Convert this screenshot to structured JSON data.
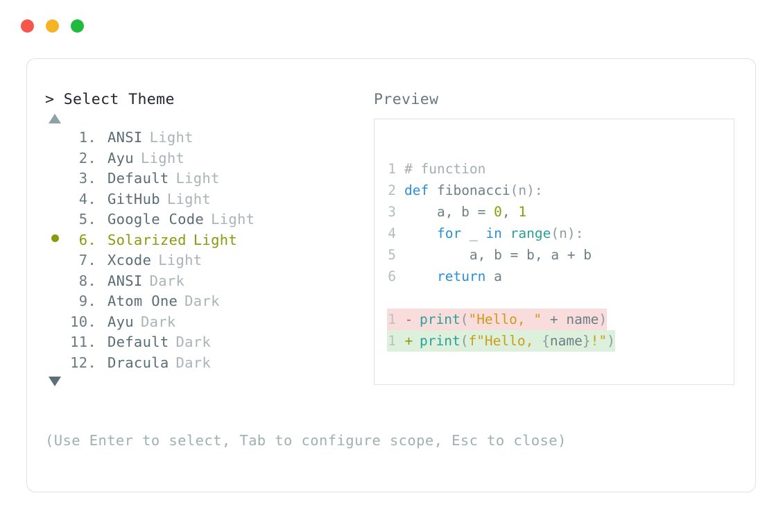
{
  "window": {
    "dots": [
      {
        "name": "close-dot",
        "color": "#f7564c"
      },
      {
        "name": "minimize-dot",
        "color": "#f5b425"
      },
      {
        "name": "maximize-dot",
        "color": "#20bb3c"
      }
    ]
  },
  "picker": {
    "prompt_header": "> Select Theme",
    "scroll_up_icon": "triangle-up",
    "scroll_down_icon": "triangle-down",
    "selected_index": 6,
    "selected_bullet": "●",
    "items": [
      {
        "index": "1.",
        "name": "ANSI",
        "variant": "Light"
      },
      {
        "index": "2.",
        "name": "Ayu",
        "variant": "Light"
      },
      {
        "index": "3.",
        "name": "Default",
        "variant": "Light"
      },
      {
        "index": "4.",
        "name": "GitHub",
        "variant": "Light"
      },
      {
        "index": "5.",
        "name": "Google Code",
        "variant": "Light"
      },
      {
        "index": "6.",
        "name": "Solarized",
        "variant": "Light"
      },
      {
        "index": "7.",
        "name": "Xcode",
        "variant": "Light"
      },
      {
        "index": "8.",
        "name": "ANSI",
        "variant": "Dark"
      },
      {
        "index": "9.",
        "name": "Atom One",
        "variant": "Dark"
      },
      {
        "index": "10.",
        "name": "Ayu",
        "variant": "Dark"
      },
      {
        "index": "11.",
        "name": "Default",
        "variant": "Dark"
      },
      {
        "index": "12.",
        "name": "Dracula",
        "variant": "Dark"
      }
    ],
    "hint": "(Use Enter to select, Tab to configure scope, Esc to close)"
  },
  "preview": {
    "header": "Preview",
    "code_lines": [
      {
        "number": "1",
        "tokens": [
          {
            "t": "# function",
            "c": "tok-comment"
          }
        ]
      },
      {
        "number": "2",
        "tokens": [
          {
            "t": "def ",
            "c": "tok-kw"
          },
          {
            "t": "fibonacci",
            "c": "tok-fn"
          },
          {
            "t": "(n):",
            "c": "tok-punct"
          }
        ]
      },
      {
        "number": "3",
        "tokens": [
          {
            "t": "    a, b = ",
            "c": "tok-plain"
          },
          {
            "t": "0",
            "c": "tok-num"
          },
          {
            "t": ", ",
            "c": "tok-plain"
          },
          {
            "t": "1",
            "c": "tok-num"
          }
        ]
      },
      {
        "number": "4",
        "tokens": [
          {
            "t": "    ",
            "c": "tok-plain"
          },
          {
            "t": "for",
            "c": "tok-kw"
          },
          {
            "t": " _ ",
            "c": "tok-plain"
          },
          {
            "t": "in",
            "c": "tok-kw"
          },
          {
            "t": " ",
            "c": "tok-plain"
          },
          {
            "t": "range",
            "c": "tok-builtin"
          },
          {
            "t": "(n):",
            "c": "tok-punct"
          }
        ]
      },
      {
        "number": "5",
        "tokens": [
          {
            "t": "        a, b = b, a + b",
            "c": "tok-plain"
          }
        ]
      },
      {
        "number": "6",
        "tokens": [
          {
            "t": "    ",
            "c": "tok-plain"
          },
          {
            "t": "return",
            "c": "tok-kw"
          },
          {
            "t": " a",
            "c": "tok-plain"
          }
        ]
      }
    ],
    "diff_lines": [
      {
        "number": "1",
        "sign": "-",
        "kind": "minus",
        "tokens": [
          {
            "t": "print",
            "c": "tok-builtin"
          },
          {
            "t": "(",
            "c": "tok-punct"
          },
          {
            "t": "\"Hello, \"",
            "c": "tok-str"
          },
          {
            "t": " + ",
            "c": "tok-plain"
          },
          {
            "t": "name",
            "c": "tok-plain"
          },
          {
            "t": ")",
            "c": "tok-punct"
          }
        ]
      },
      {
        "number": "1",
        "sign": "+",
        "kind": "plus",
        "tokens": [
          {
            "t": "print",
            "c": "tok-builtin"
          },
          {
            "t": "(",
            "c": "tok-punct"
          },
          {
            "t": "f\"Hello, ",
            "c": "tok-str"
          },
          {
            "t": "{",
            "c": "tok-punct"
          },
          {
            "t": "name",
            "c": "tok-plain"
          },
          {
            "t": "}",
            "c": "tok-punct"
          },
          {
            "t": "!\"",
            "c": "tok-str"
          },
          {
            "t": ")",
            "c": "tok-punct"
          }
        ]
      }
    ]
  }
}
